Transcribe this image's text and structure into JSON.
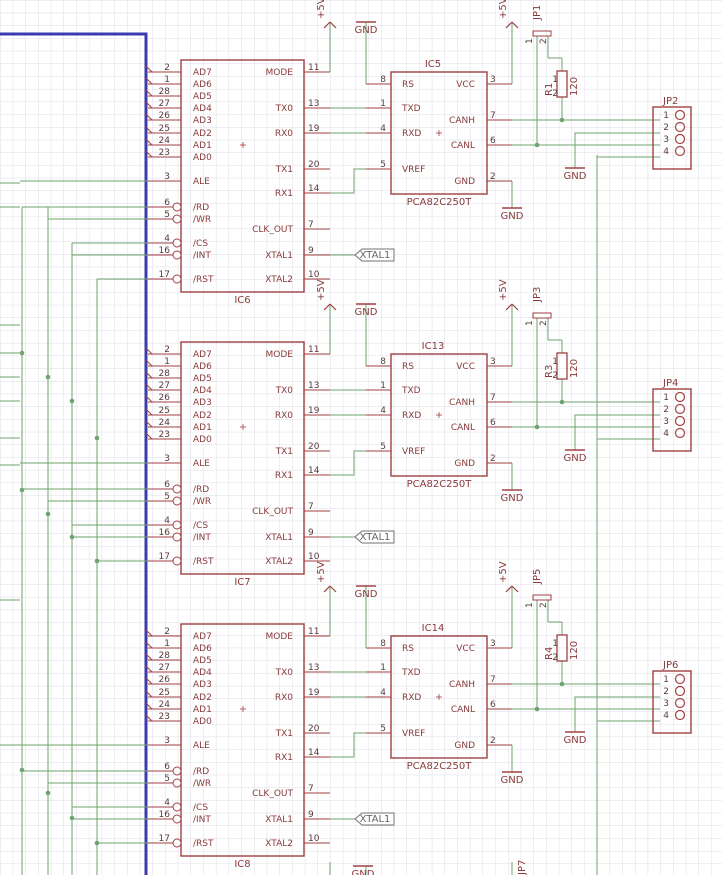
{
  "colors": {
    "background": "#ffffff",
    "grid": "#dcdce6",
    "wire": "#6fa36f",
    "part": "#a04040",
    "bus": "#3b3bb0",
    "text": "#8a3a3a",
    "net": "#707070"
  },
  "labels": {
    "plus5v": "+5V",
    "gnd": "GND",
    "xtal": "XTAL1"
  },
  "sja_left_pins": [
    {
      "num": "2",
      "name": "AD7"
    },
    {
      "num": "1",
      "name": "AD6"
    },
    {
      "num": "28",
      "name": "AD5"
    },
    {
      "num": "27",
      "name": "AD4"
    },
    {
      "num": "26",
      "name": "AD3"
    },
    {
      "num": "25",
      "name": "AD2"
    },
    {
      "num": "24",
      "name": "AD1"
    },
    {
      "num": "23",
      "name": "AD0"
    },
    {
      "num": "3",
      "name": "ALE"
    },
    {
      "num": "6",
      "name": "/RD"
    },
    {
      "num": "5",
      "name": "/WR"
    },
    {
      "num": "4",
      "name": "/CS"
    },
    {
      "num": "16",
      "name": "/INT"
    },
    {
      "num": "17",
      "name": "/RST"
    }
  ],
  "sja_right_pins": [
    {
      "num": "11",
      "name": "MODE"
    },
    {
      "num": "13",
      "name": "TX0"
    },
    {
      "num": "19",
      "name": "RX0"
    },
    {
      "num": "20",
      "name": "TX1"
    },
    {
      "num": "14",
      "name": "RX1"
    },
    {
      "num": "7",
      "name": "CLK_OUT"
    },
    {
      "num": "9",
      "name": "XTAL1"
    },
    {
      "num": "10",
      "name": "XTAL2"
    }
  ],
  "pca_left_pins": [
    {
      "num": "8",
      "name": "RS"
    },
    {
      "num": "1",
      "name": "TXD"
    },
    {
      "num": "4",
      "name": "RXD"
    },
    {
      "num": "5",
      "name": "VREF"
    }
  ],
  "pca_right_pins": [
    {
      "num": "3",
      "name": "VCC"
    },
    {
      "num": "7",
      "name": "CANH"
    },
    {
      "num": "6",
      "name": "CANL"
    },
    {
      "num": "2",
      "name": "GND"
    }
  ],
  "connector_pins": [
    "1",
    "2",
    "3",
    "4"
  ],
  "resistor_value": "120",
  "channels": [
    {
      "controller": "IC6",
      "transceiver": "IC5",
      "transceiver_part": "PCA82C250T",
      "jumper": "JP1",
      "resistor": "R1",
      "connector": "JP2"
    },
    {
      "controller": "IC7",
      "transceiver": "IC13",
      "transceiver_part": "PCA82C250T",
      "jumper": "JP3",
      "resistor": "R3",
      "connector": "JP4"
    },
    {
      "controller": "IC8",
      "transceiver": "IC14",
      "transceiver_part": "PCA82C250T",
      "jumper": "JP5",
      "resistor": "R4",
      "connector": "JP6"
    }
  ],
  "partial": {
    "gnd": "GND",
    "jumper": "JP7"
  }
}
